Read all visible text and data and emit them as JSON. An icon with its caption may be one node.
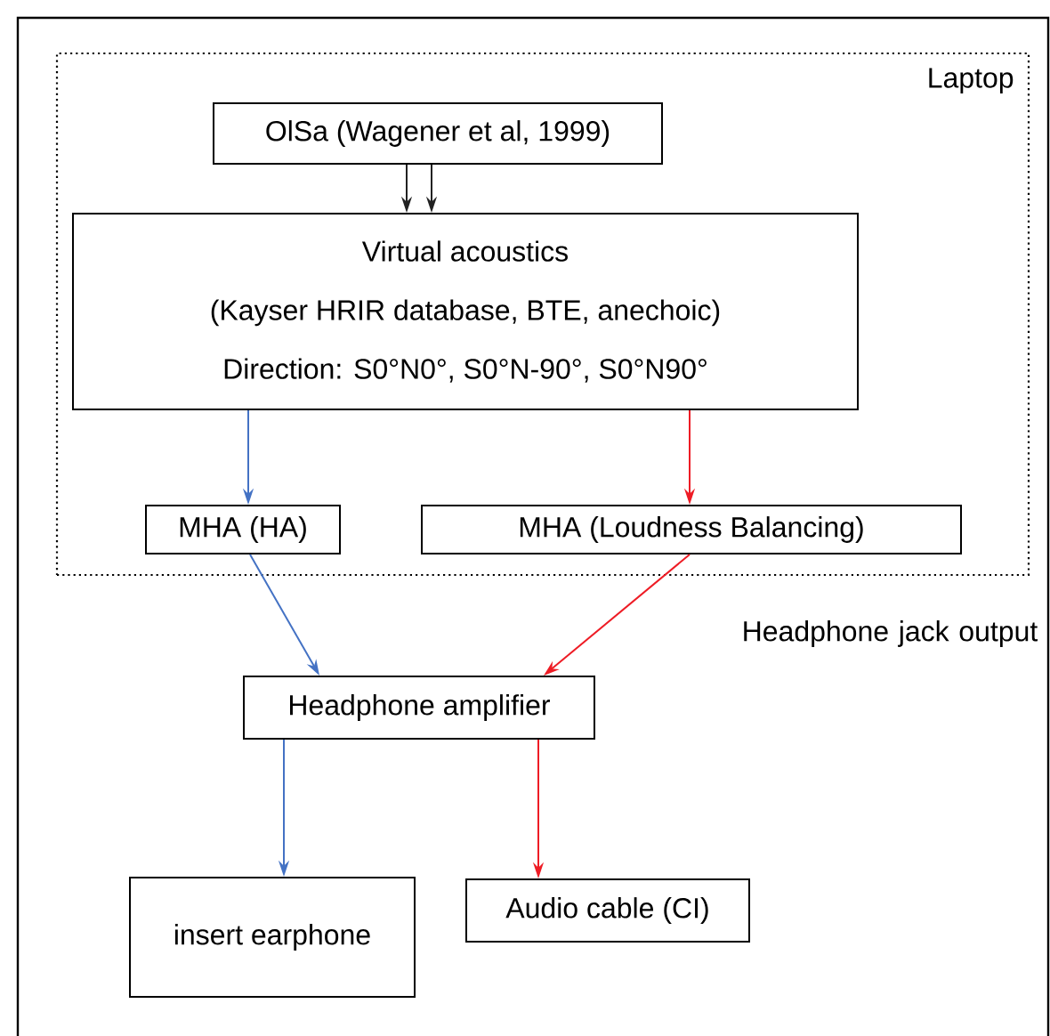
{
  "diagram": {
    "nodes": [
      {
        "text": [
          "Laptop"
        ]
      },
      {
        "text": [
          "OlSa (Wagener et al, 1999)"
        ],
        "in": 0
      },
      {
        "text": [
          "Virtual acoustics",
          "(Kayser HRIR database, BTE, anechoic)",
          "Direction: S0°N0°, S0°N-90°, S0°N90°"
        ],
        "in": 0
      },
      {
        "text": [
          "MHA (HA)"
        ],
        "in": 0
      },
      {
        "text": [
          "MHA (Loudness Balancing)"
        ],
        "in": 0
      },
      {
        "text": [
          "Headphone amplifier"
        ]
      },
      {
        "text": [
          "insert earphone"
        ]
      },
      {
        "text": [
          "Audio cable (CI)"
        ]
      }
    ],
    "edges": [
      {
        "from": 1,
        "to": 2,
        "arrow": "to",
        "color": "#222222"
      },
      {
        "from": 1,
        "to": 2,
        "arrow": "to",
        "color": "#222222"
      },
      {
        "from": 2,
        "to": 3,
        "arrow": "to",
        "color": "#4472c4"
      },
      {
        "from": 2,
        "to": 4,
        "arrow": "to",
        "color": "#ee1c25"
      },
      {
        "from": 3,
        "to": 5,
        "arrow": "to",
        "color": "#4472c4"
      },
      {
        "from": 4,
        "to": 5,
        "arrow": "to",
        "color": "#ee1c25"
      },
      {
        "from": 5,
        "to": 6,
        "arrow": "to",
        "color": "#4472c4"
      },
      {
        "from": 5,
        "to": 7,
        "arrow": "to",
        "color": "#ee1c25"
      }
    ],
    "labels": [
      "Headphone jack output"
    ]
  }
}
